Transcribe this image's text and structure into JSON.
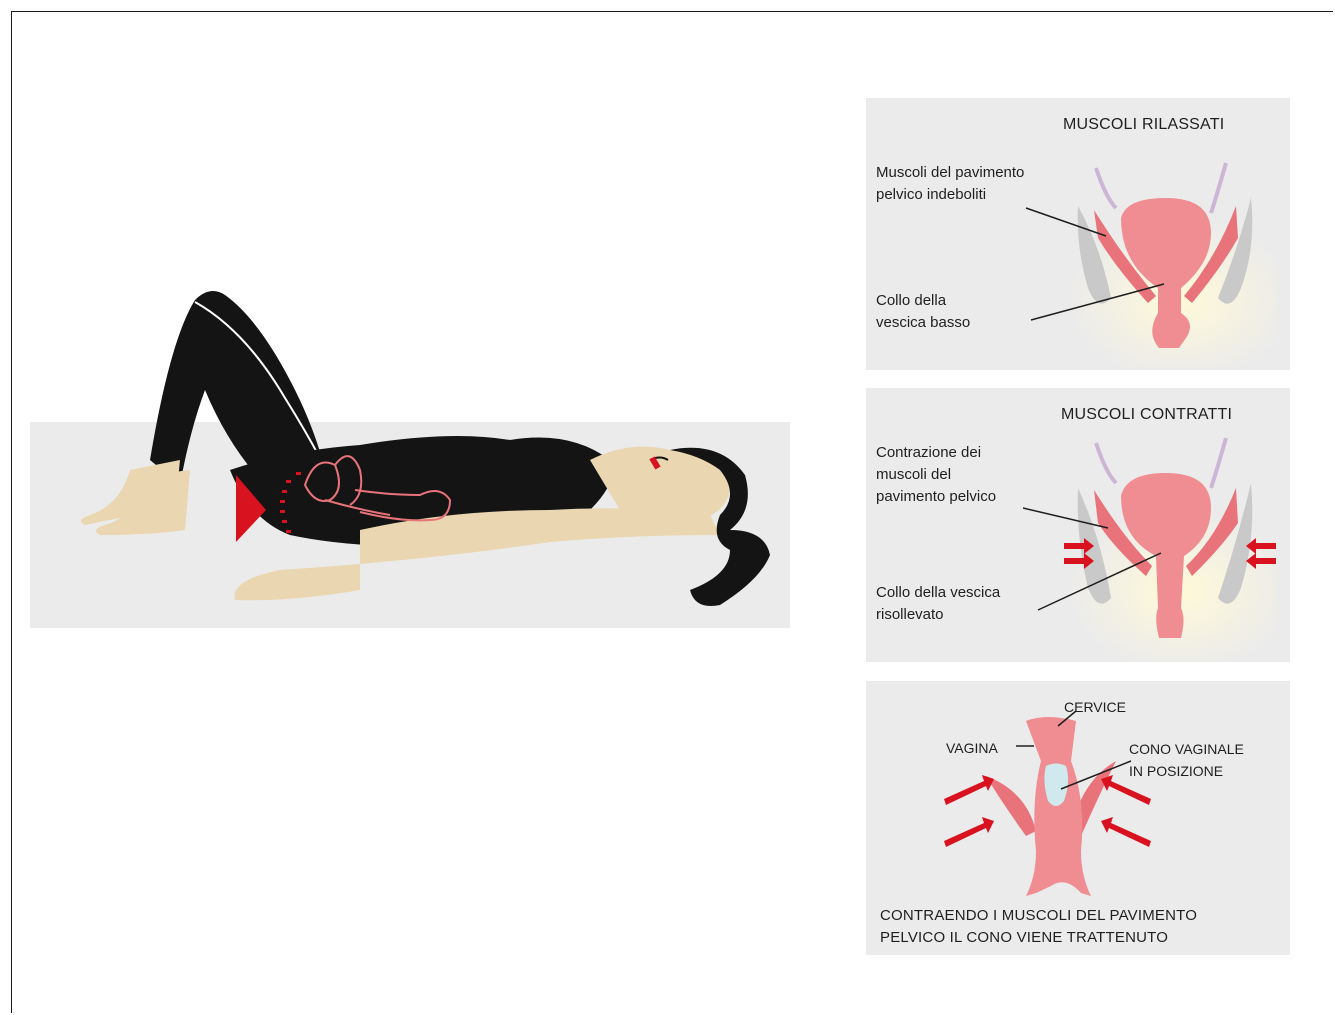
{
  "panel_relaxed": {
    "title": "MUSCOLI RILASSATI",
    "label_muscles_line1": "Muscoli del pavimento",
    "label_muscles_line2": "pelvico indeboliti",
    "label_neck_line1": "Collo della",
    "label_neck_line2": "vescica basso"
  },
  "panel_contracted": {
    "title": "MUSCOLI CONTRATTI",
    "label_muscles_line1": "Contrazione dei",
    "label_muscles_line2": "muscoli del",
    "label_muscles_line3": "pavimento pelvico",
    "label_neck_line1": "Collo della vescica",
    "label_neck_line2": "risollevato"
  },
  "panel_cone": {
    "label_cervix": "CERVICE",
    "label_vagina": "VAGINA",
    "label_cone_line1": "CONO VAGINALE",
    "label_cone_line2": "IN POSIZIONE",
    "caption_line1": "CONTRAENDO I MUSCOLI DEL PAVIMENTO",
    "caption_line2": "PELVICO IL CONO VIENE TRATTENUTO"
  },
  "colors": {
    "panel_bg": "#ebebeb",
    "bodysuit": "#141414",
    "skin": "#ead6b0",
    "muscle": "#e8737a",
    "bladder": "#ef8d92",
    "arrow": "#d8121f",
    "cone": "#cfe9ee"
  }
}
